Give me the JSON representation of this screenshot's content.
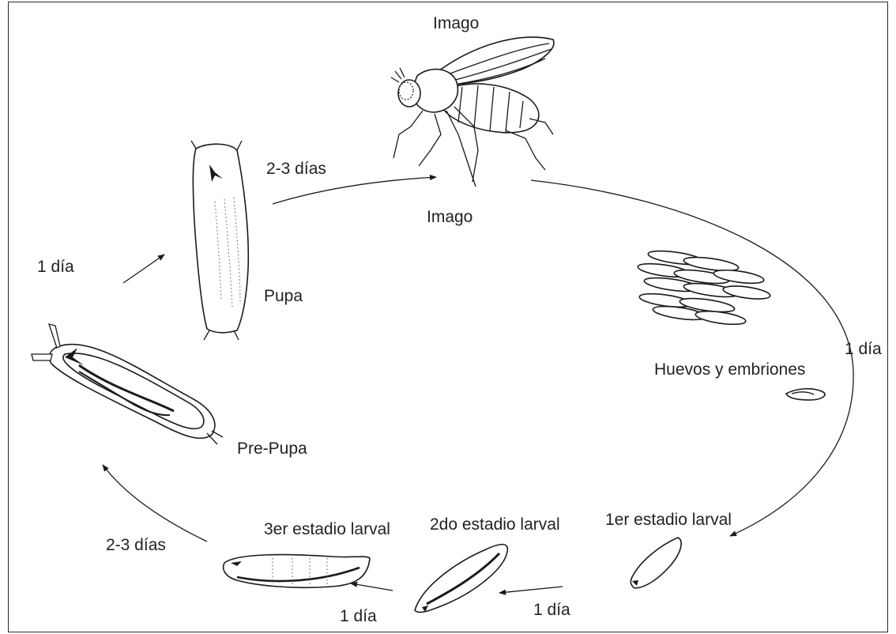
{
  "labels": {
    "imago_top": "Imago",
    "imago_lower": "Imago",
    "pupa": "Pupa",
    "pre_pupa": "Pre-Pupa",
    "huevos": "Huevos y embriones",
    "primer_estadio": "1er estadio larval",
    "segundo_estadio": "2do estadio larval",
    "tercer_estadio": "3er estadio larval"
  },
  "durations": {
    "pupa_to_imago": "2-3 días",
    "prepupa_to_pupa": "1 día",
    "imago_to_huevos": "1 día",
    "first_to_second": "1 día",
    "second_to_third": "1 día",
    "third_to_prepupa": "2-3 días"
  }
}
